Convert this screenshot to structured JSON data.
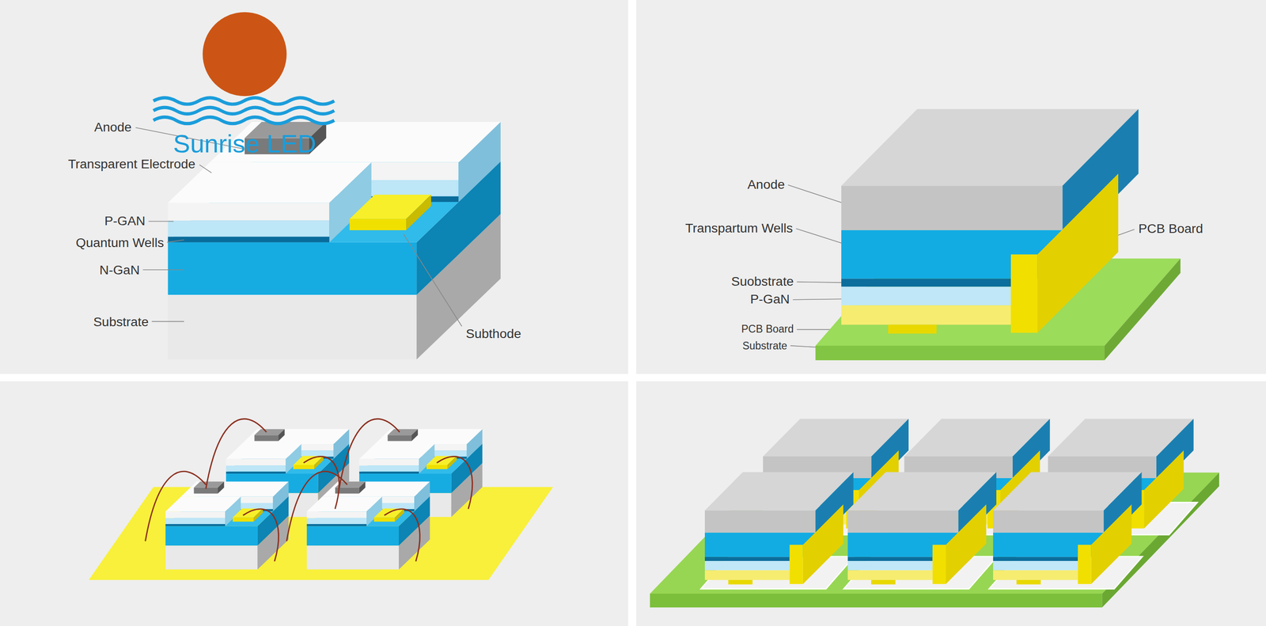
{
  "diagram": {
    "labels": [
      "Anode",
      "Sunrise LED",
      "Transparent Electrode",
      "P-GAN",
      "Quantum Wells",
      "N-GaN",
      "Substrate",
      "Subthode",
      "Anode",
      "Transpartum Wells",
      "PCB Board",
      "Suobstrate",
      "P-GaN",
      "PCB Board",
      "Substrate"
    ]
  }
}
